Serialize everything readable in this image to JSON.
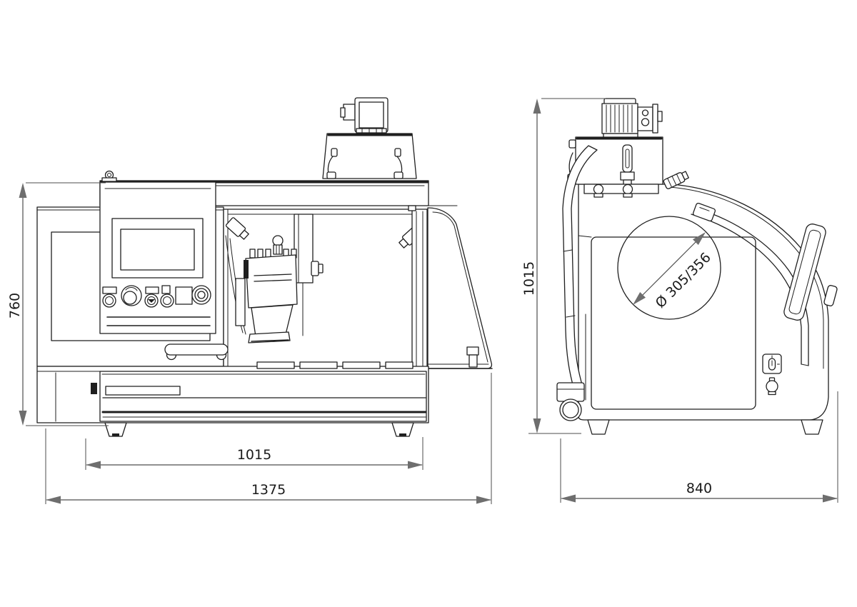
{
  "dimensions": {
    "front_height": "760",
    "front_base_width": "1015",
    "front_overall_width": "1375",
    "side_height": "1015",
    "side_depth": "840",
    "cutting_wheel_diameter": "Ø 305/356"
  },
  "colors": {
    "background": "#ffffff",
    "line": "#1f1f1f",
    "dimension_line": "#4d4d4d",
    "arrow_fill": "#6e6e6e",
    "text": "#1a1a1a"
  }
}
